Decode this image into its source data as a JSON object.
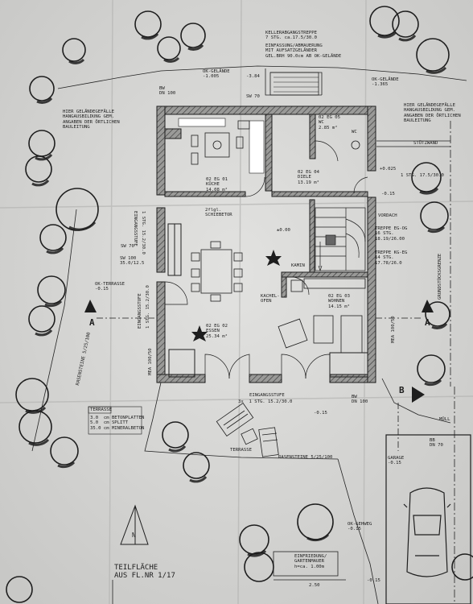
{
  "labels": {
    "kellerabgang": "KELLERABGANGSTREPPE\n7 STG. ca.17.5/30.0",
    "einfassung": "EINFASSUNG/ABMAUERUNG\nMIT AUFSATZGELÄNDER\nGEL.BRH 90.0cm AB OK-GELÄNDE",
    "ok_gel_top": "OK-GELÄNDE\n-1.005",
    "val_neg384": "-3.84",
    "sw_top": "SW 70",
    "bw_top": "BW\nDN 100",
    "ok_gel_right": "OK-GELÄNDE\n-1.365",
    "note_left": "HIER GELÄNDEGEFÄLLE\nHANGAUSBILDUNG GEM.\nANGABEN DER ÖRTLICHEN\nBAULEITUNG",
    "note_right": "HIER GELÄNDEGEFÄLLE\nHANGAUSBILDUNG GEM.\nANGABEN DER ÖRTLICHEN\nBAULEITUNG",
    "stuetzwand": "STÜTZWAND",
    "val_p0025": "+0.025",
    "stg_17": "1 STG. 17.5/30.0",
    "val_neg015_a": "-0.15",
    "vordach": "VORDACH",
    "treppe_eg_og": "TREPPE EG-OG\n16 STG.\n18.19/26.00",
    "treppe_kg_eg": "TREPPE KG-EG\n14 STG.\n17.78/26.0",
    "grundstuecksgrenze": "GRUNDSTÜCKSGRENZE",
    "wc_room": "02 EG 05\nWC\n2.85 m²",
    "wc_code": "WC",
    "kueche": "02 EG 01\nKÜCHE\n14.08 m²",
    "diele": "02 EG 04\nDIELE\n13.19 m²",
    "schiebetor": "2flgl.\nSCHIEBETOR",
    "val_pm000": "±0.00",
    "kamin": "KAMIN",
    "kachelofen": "KACHEL-\nOFEN",
    "wohnen": "02 EG 03\nWOHNEN\n14.15 m²",
    "essen": "02 EG 02\nESSEN\n25.34 m²",
    "sw_left": "SW 70",
    "sw_100": "SW 100\n35.0/12.5",
    "ok_terrasse": "OK-TERRASSE\n-0.15",
    "eingangsstufe_top": "EINGANGSSTUFE",
    "stg_top": "1 STG. 15.2/30.0",
    "eingangsstufe_left": "EINGANGSSTUFE",
    "stg_left": "1 STG. 15.2/30.0",
    "mea_left": "MEA 100/50",
    "mea_right": "MEA 100/50",
    "rasensteine_left": "RASENSTEINE 5/25/100",
    "eingangsstufe_bot": "EINGANGSSTUFE",
    "stg_bot": "3x  1 STG. 15.2/30.0",
    "val_neg015_b": "-0.15",
    "bw_bot": "BW\nDN 100",
    "bb": "BB\nDN 70",
    "mull": "MÜLL",
    "terrasse_box_title": "TERRASSE",
    "terrasse_box": "3.0  cm BETONPLATTEN\n5.0  cm SPLITT\n35.0 cm MINERALBETON",
    "terrasse_lbl": "TERRASSE",
    "rasensteine_bot": "RASENSTEINE 5/25/100",
    "garage": "GARAGE\n-0.15",
    "ok_gehweg": "OK-GEHWEG\n-0.15",
    "einfriedung": "EINFRIEDUNG/\nGARTENMAUER\nh=ca. 1.00m",
    "dim_250": "2.50",
    "val_neg015_c": "-0.15",
    "teilflaeche": "TEILFLÄCHE\nAUS FL.NR 1/17",
    "north": "N",
    "sec_a_left": "A",
    "sec_a_right": "A",
    "sec_b": "B"
  },
  "colors": {
    "paper": "#dcdcda",
    "ink": "#1e1e1e",
    "wall_fill": "#8a8a88",
    "hatch": "#555555"
  },
  "icons": [
    "north-arrow-icon",
    "car-icon",
    "tree-icon",
    "plant-icon",
    "section-marker-icon",
    "stair-icon"
  ]
}
